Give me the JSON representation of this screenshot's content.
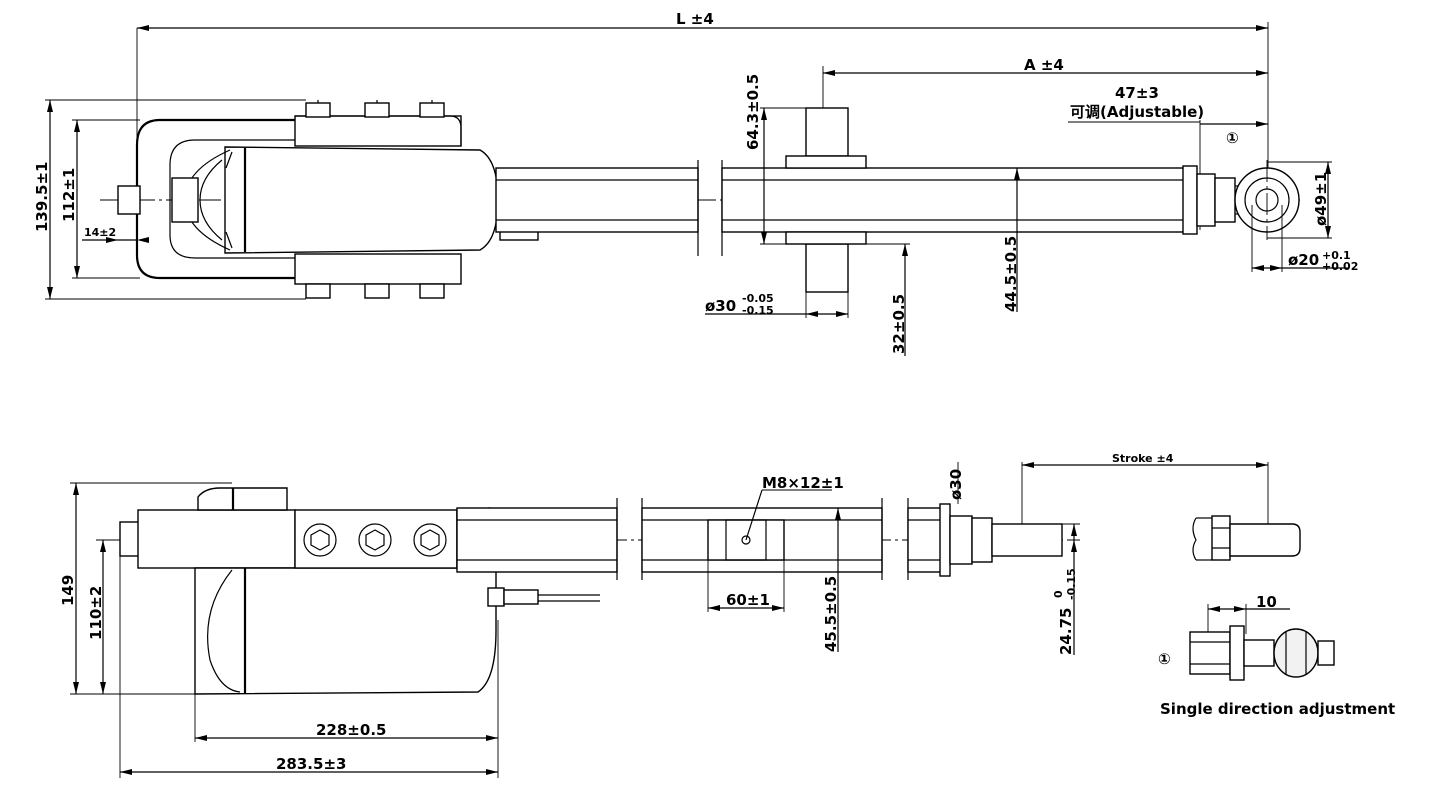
{
  "top_view": {
    "overall_length": "L ±4",
    "dim_a": "A ±4",
    "adjust_value": "47±3",
    "adjust_label": "可调(Adjustable)",
    "callout_marker": "①",
    "height_outer": "139.5±1",
    "height_inner": "112±1",
    "pin_offset": "14±2",
    "trunnion_height": "64.3±0.5",
    "trunnion_dia_base": "ø30",
    "trunnion_dia_tol_upper": "-0.05",
    "trunnion_dia_tol_lower": "-0.15",
    "trunnion_width": "32±0.5",
    "trunnion_offset": "44.5±0.5",
    "eye_outer_dia": "ø49±1",
    "eye_bore_base": "ø20",
    "eye_bore_tol_upper": "+0.1",
    "eye_bore_tol_lower": "+0.02"
  },
  "side_view": {
    "height_total": "149",
    "height_mount": "110±2",
    "thread_callout": "M8×12±1",
    "slot_width": "60±1",
    "slot_offset": "45.5±0.5",
    "rod_dia": "ø30",
    "stroke": "Stroke ±4",
    "tip_offset_base": "24.75",
    "tip_tol_upper": "0",
    "tip_tol_lower": "-0.15",
    "motor_length": "228±0.5",
    "body_length": "283.5±3"
  },
  "detail": {
    "callout_marker": "①",
    "gap": "10",
    "caption": "Single direction adjustment"
  }
}
